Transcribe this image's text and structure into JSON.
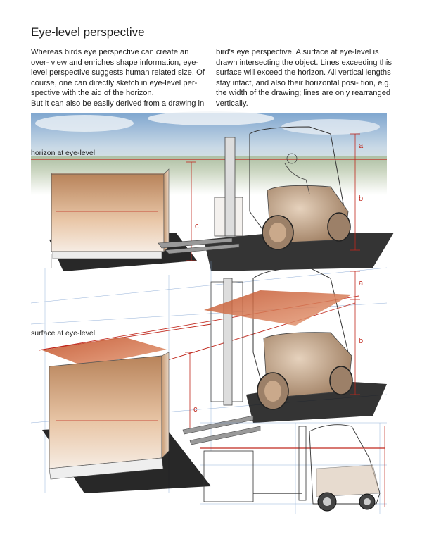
{
  "page": {
    "title": "Eye-level perspective",
    "paragraph_left_1": "Whereas birds eye perspective can create an over- view and enriches shape information, eye-level perspective suggests human related size. Of course, one can directly sketch in eye-level per- spective with the aid of the horizon.",
    "paragraph_left_2": "But it can also be easily derived from a drawing in",
    "paragraph_right": "bird's eye perspective. A surface at eye-level is drawn intersecting the object. Lines exceeding this surface will exceed the horizon. All vertical lengths stay intact, and also their horizontal posi- tion, e.g. the width of the drawing; lines are only rearranged vertically."
  },
  "labels": {
    "horizon": "horizon at eye-level",
    "surface": "surface at eye-level",
    "a1": "a",
    "b1": "b",
    "c1": "c",
    "a2": "a",
    "b2": "b",
    "c2": "c"
  },
  "colors": {
    "accent_red": "#c0281d",
    "sky": "#a9c3dd",
    "box_fill": "#c98e63",
    "plane_fill": "#b7441e",
    "sketch_blue": "#7b9fcf"
  }
}
